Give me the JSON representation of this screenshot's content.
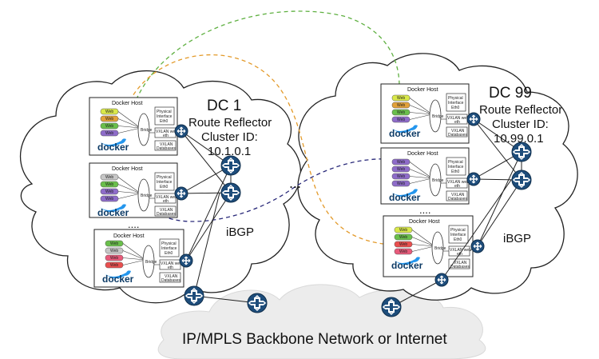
{
  "dc_left": {
    "name": "DC 1",
    "line1": "Route Reflector",
    "line2": "Cluster ID:",
    "line3": "10.1.0.1",
    "ibgp": "iBGP",
    "dots": "...."
  },
  "dc_right": {
    "name": "DC 99",
    "line1": "Route Reflector",
    "line2": "Cluster ID:",
    "line3": "10.99.0.1",
    "ibgp": "iBGP",
    "dots": "...."
  },
  "between_dots": "...",
  "backbone_label": "IP/MPLS Backbone Network or Internet",
  "host": {
    "title": "Docker Host",
    "physical_line1": "Physical",
    "physical_line2": "Interface",
    "physical_line3": "Eth0",
    "vxlan_web_line1": "VXLAN web",
    "vxlan_web_line2": "eth",
    "vxlan_db_line1": "VXLAN",
    "vxlan_db_line2": "Databases",
    "bridge": "Bridge",
    "docker_word": "docker",
    "container_label": "Web"
  },
  "colors": {
    "green_dash": "#5fb041",
    "orange_dash": "#e39a2a",
    "navy_dash": "#2a2a7a",
    "cloud_fill": "#ffffff",
    "backbone_fill": "#ececec",
    "router_fill": "#1e4d7b",
    "container_colors": [
      "#d9e84a",
      "#e2a13a",
      "#6abf4b",
      "#8e6cc9",
      "#e85a7a",
      "#e94e4e",
      "#c7c7c7"
    ]
  }
}
